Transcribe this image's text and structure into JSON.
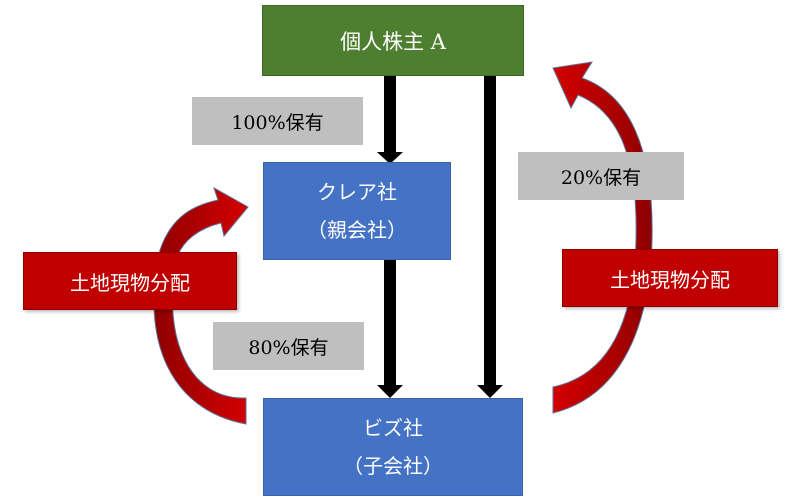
{
  "nodes": {
    "shareholder": "個人株主 A",
    "clare_name": "クレア社",
    "clare_role": "（親会社）",
    "biz_name": "ビズ社",
    "biz_role": "（子会社）"
  },
  "labels": {
    "own_100": "100%保有",
    "own_20": "20%保有",
    "own_80": "80%保有",
    "dist_left": "土地現物分配",
    "dist_right": "土地現物分配"
  },
  "colors": {
    "shareholder": "#4e7f31",
    "company": "#4472c4",
    "ownership_label": "#bfbfbf",
    "distribution": "#c00000"
  }
}
